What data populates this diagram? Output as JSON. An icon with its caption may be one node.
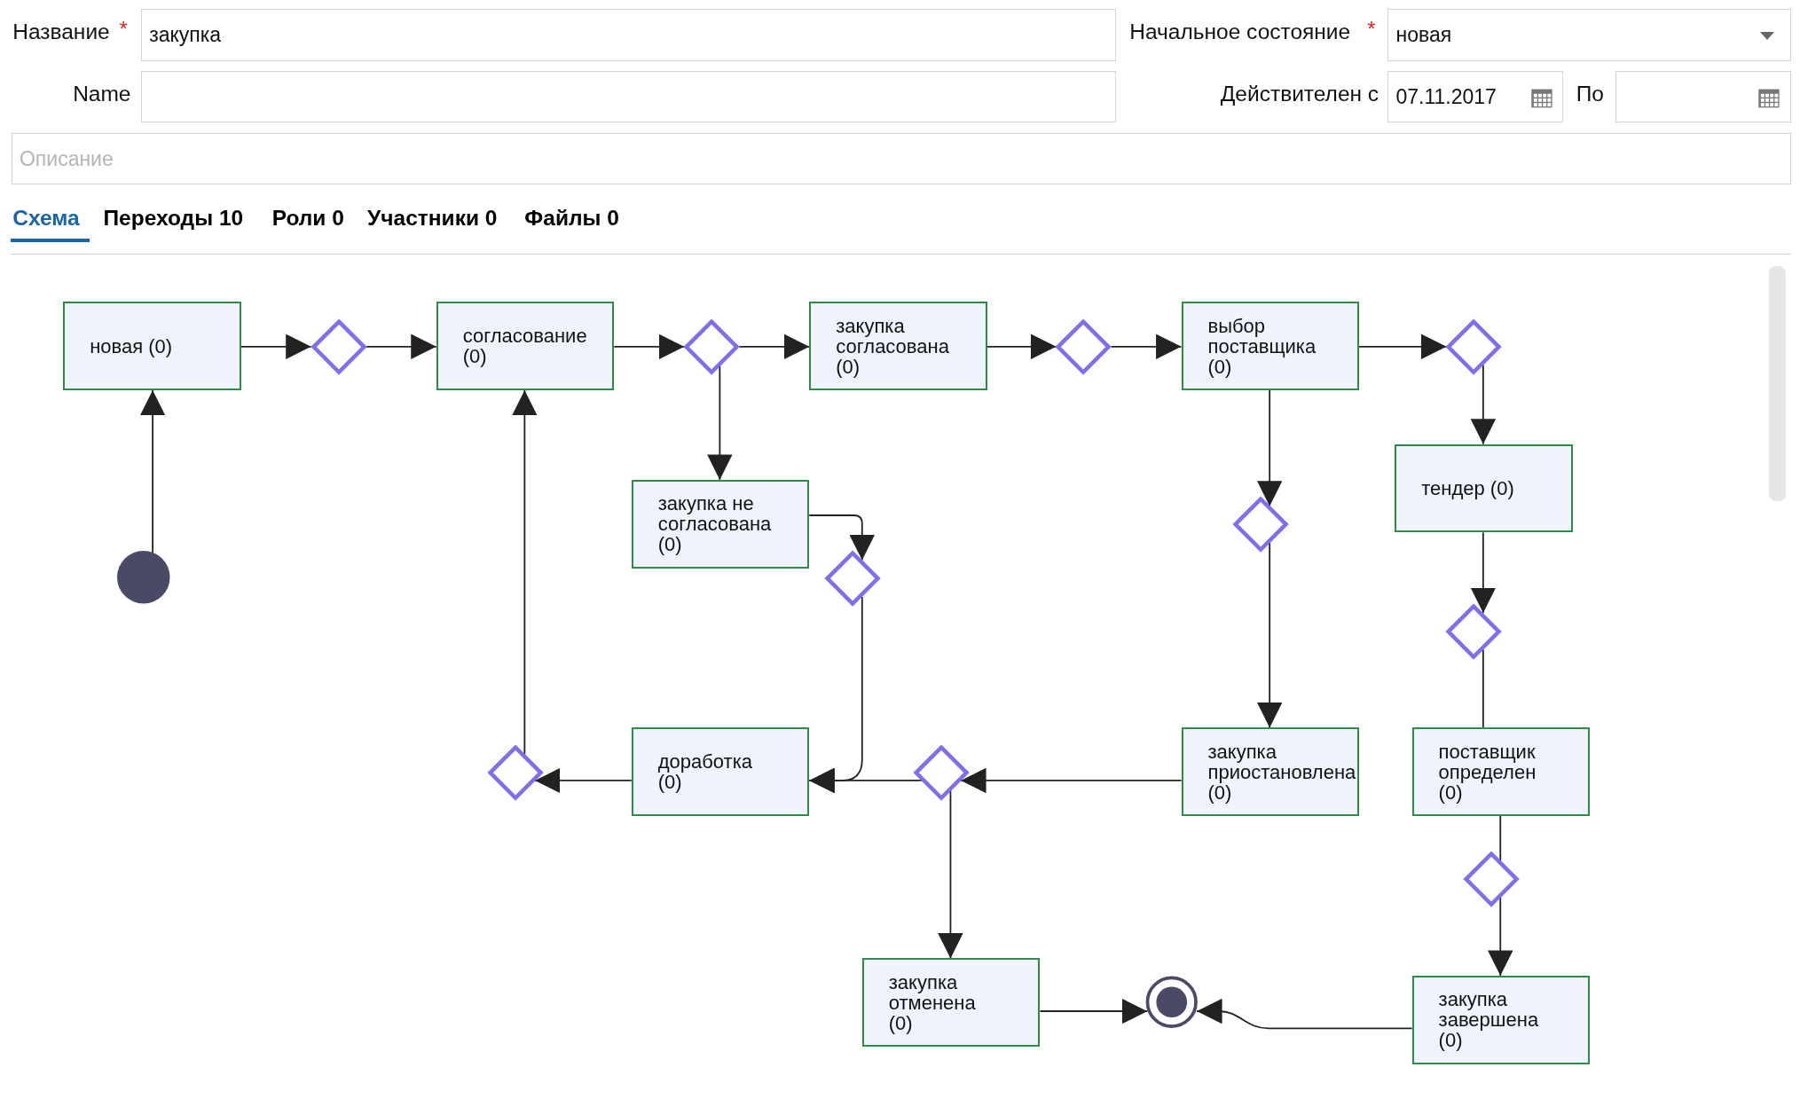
{
  "diagram": {
    "nodes": [
      {
        "text": [
          "новая (0)"
        ]
      },
      {
        "text": [],
        "shape": "diamond"
      },
      {
        "text": [
          "согласование (0)"
        ]
      },
      {
        "text": [],
        "shape": "diamond"
      },
      {
        "text": [
          "закупка согласована (0)"
        ]
      },
      {
        "text": [],
        "shape": "diamond"
      },
      {
        "text": [
          "выбор поставщика (0)"
        ]
      },
      {
        "text": [],
        "shape": "diamond"
      },
      {
        "text": [
          "закупка не согласована (0)"
        ]
      },
      {
        "text": [
          "тендер (0)"
        ]
      },
      {
        "text": [],
        "shape": "diamond"
      },
      {
        "text": [],
        "shape": "circle"
      },
      {
        "text": [],
        "shape": "diamond"
      },
      {
        "text": [],
        "shape": "diamond"
      },
      {
        "text": [],
        "shape": "diamond"
      },
      {
        "text": [
          "доработка (0)"
        ]
      },
      {
        "text": [],
        "shape": "diamond"
      },
      {
        "text": [
          "закупка приостановлена (0)"
        ]
      },
      {
        "text": [
          "поставщик определен (0)"
        ]
      },
      {
        "text": [],
        "shape": "diamond"
      },
      {
        "text": [
          "закупка отменена (0)"
        ]
      },
      {
        "text": [],
        "shape": "circle"
      },
      {
        "text": [
          "закупка завершена (0)"
        ]
      }
    ],
    "edges": [
      {
        "from": 0,
        "to": 1,
        "arrow": "to"
      },
      {
        "from": 1,
        "to": 2,
        "arrow": "to"
      },
      {
        "from": 2,
        "to": 3,
        "arrow": "to"
      },
      {
        "from": 3,
        "to": 4,
        "arrow": "to"
      },
      {
        "from": 4,
        "to": 5,
        "arrow": "to"
      },
      {
        "from": 5,
        "to": 6,
        "arrow": "to"
      },
      {
        "from": 6,
        "to": 7,
        "arrow": "to"
      },
      {
        "from": 7,
        "to": 9,
        "arrow": "to"
      },
      {
        "from": 3,
        "to": 8,
        "arrow": "to"
      },
      {
        "from": 8,
        "to": 12,
        "arrow": "to"
      },
      {
        "from": 6,
        "to": 10,
        "arrow": "to"
      },
      {
        "from": 10,
        "to": 17,
        "arrow": "to"
      },
      {
        "from": 17,
        "to": 16,
        "arrow": "to"
      },
      {
        "from": 16,
        "to": 15,
        "arrow": "to"
      },
      {
        "from": 12,
        "to": 15,
        "arrow": "to"
      },
      {
        "from": 16,
        "to": 20,
        "arrow": "to"
      },
      {
        "from": 15,
        "to": 14,
        "arrow": "to"
      },
      {
        "from": 14,
        "to": 2,
        "arrow": "to"
      },
      {
        "from": 11,
        "to": 0,
        "arrow": "to"
      },
      {
        "from": 9,
        "to": 13,
        "arrow": "to"
      },
      {
        "from": 13,
        "to": 18,
        "arrow": "none"
      },
      {
        "from": 18,
        "to": 19,
        "arrow": "none"
      },
      {
        "from": 19,
        "to": 22,
        "arrow": "to"
      },
      {
        "from": 20,
        "to": 21,
        "arrow": "to"
      },
      {
        "from": 22,
        "to": 21,
        "arrow": "to"
      }
    ],
    "labels": [
      "Название",
      "*",
      "закупка",
      "Начальное состояние",
      "*",
      "новая",
      "Name",
      "Действителен с",
      "07.11.2017",
      "По",
      "Описание",
      "Схема",
      "Переходы 10",
      "Роли 0",
      "Участники 0",
      "Файлы 0"
    ]
  }
}
